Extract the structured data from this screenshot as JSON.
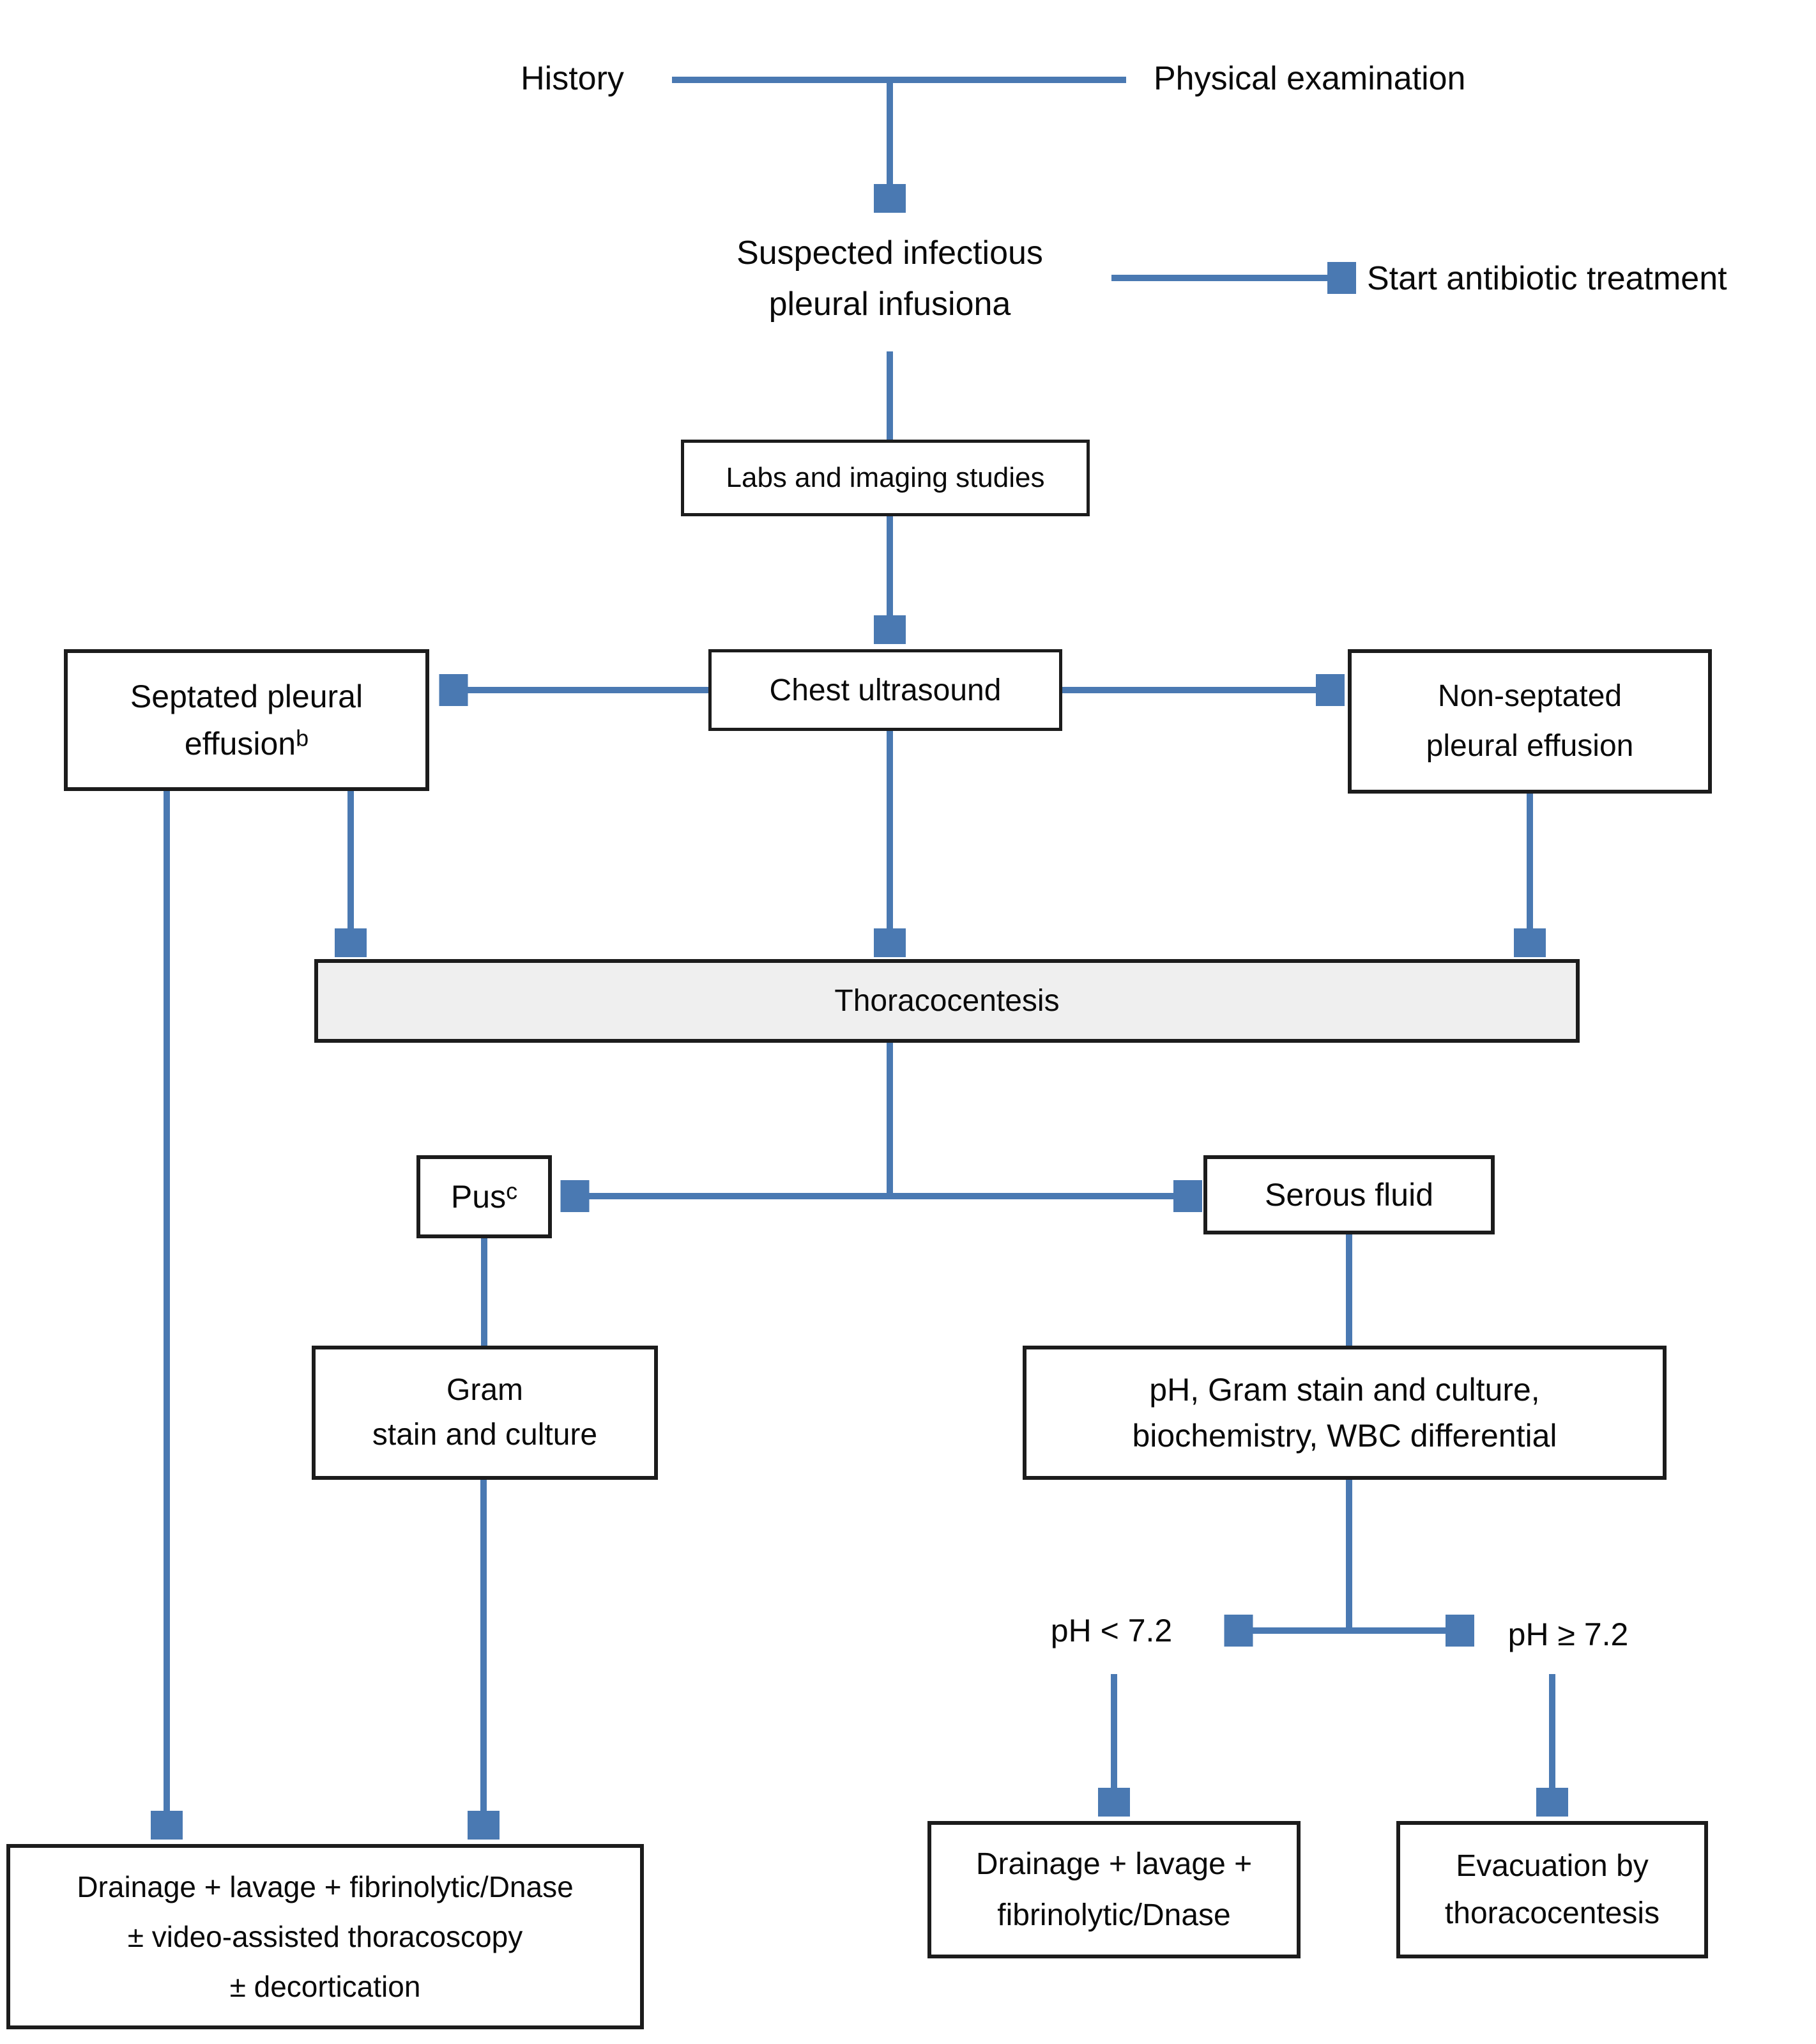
{
  "colors": {
    "arrow_line": "#4a79b2",
    "arrow_head": "#3e6cae",
    "box_border": "#1c1c1c",
    "box_fill": "#ffffff",
    "thoraco_fill": "#efefef",
    "text_color": "#0a0a0a",
    "page_bg": "#ffffff"
  },
  "labels": {
    "history": "History",
    "physical_examination": "Physical examination",
    "start_antibiotic": "Start antibiotic treatment",
    "ph_low": "pH < 7.2",
    "ph_high": "pH ≥ 7.2"
  },
  "suspected": {
    "line1": "Suspected infectious",
    "line2": "pleural infusiona"
  },
  "nodes": {
    "labs": {
      "text": "Labs and imaging studies"
    },
    "chest": {
      "text": "Chest ultrasound"
    },
    "septated": {
      "line1": "Septated pleural",
      "line2": "effusion",
      "sup": "b"
    },
    "nonseptated": {
      "line1": "Non-septated",
      "line2": "pleural effusion"
    },
    "thoraco": {
      "text": "Thoracocentesis"
    },
    "pus": {
      "text": "Pus",
      "sup": "c"
    },
    "serous": {
      "text": "Serous fluid"
    },
    "gram": {
      "line1": "Gram",
      "line2": "stain and culture"
    },
    "ph_panel": {
      "line1": "pH, Gram stain and culture,",
      "line2": "biochemistry, WBC differential"
    },
    "bottom_left": {
      "line1": "Drainage + lavage + fibrinolytic/Dnase",
      "line2": "± video-assisted thoracoscopy",
      "line3": "± decortication"
    },
    "bottom_mid": {
      "line1": "Drainage + lavage +",
      "line2": "fibrinolytic/Dnase"
    },
    "bottom_right": {
      "line1": "Evacuation by",
      "line2": "thoracocentesis"
    }
  }
}
